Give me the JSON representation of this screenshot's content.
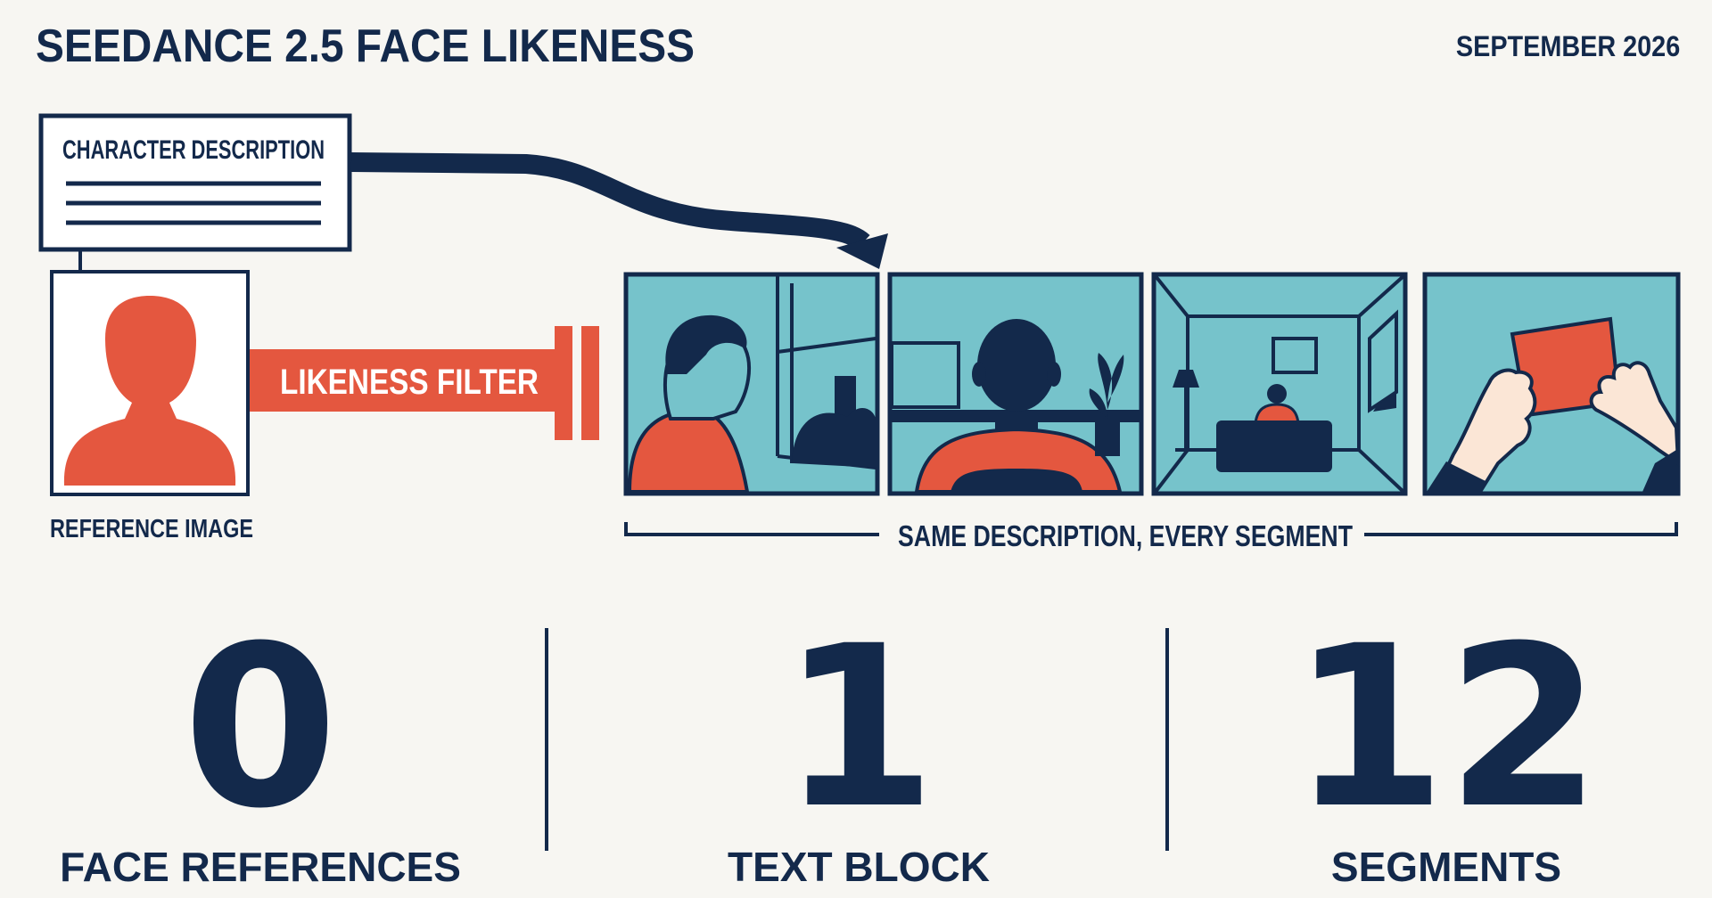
{
  "header": {
    "title": "SEEDANCE 2.5 FACE LIKENESS",
    "date": "SEPTEMBER 2026"
  },
  "diagram": {
    "description_box_label": "CHARACTER DESCRIPTION",
    "reference_label": "REFERENCE IMAGE",
    "filter_label": "LIKENESS FILTER",
    "segments_caption": "SAME DESCRIPTION, EVERY SEGMENT"
  },
  "stats": [
    {
      "value": "0",
      "label": "FACE REFERENCES"
    },
    {
      "value": "1",
      "label": "TEXT BLOCK"
    },
    {
      "value": "12",
      "label": "SEGMENTS"
    }
  ],
  "colors": {
    "navy": "#13294b",
    "red": "#e4573f",
    "teal": "#76c3cb",
    "background": "#f7f6f2"
  }
}
